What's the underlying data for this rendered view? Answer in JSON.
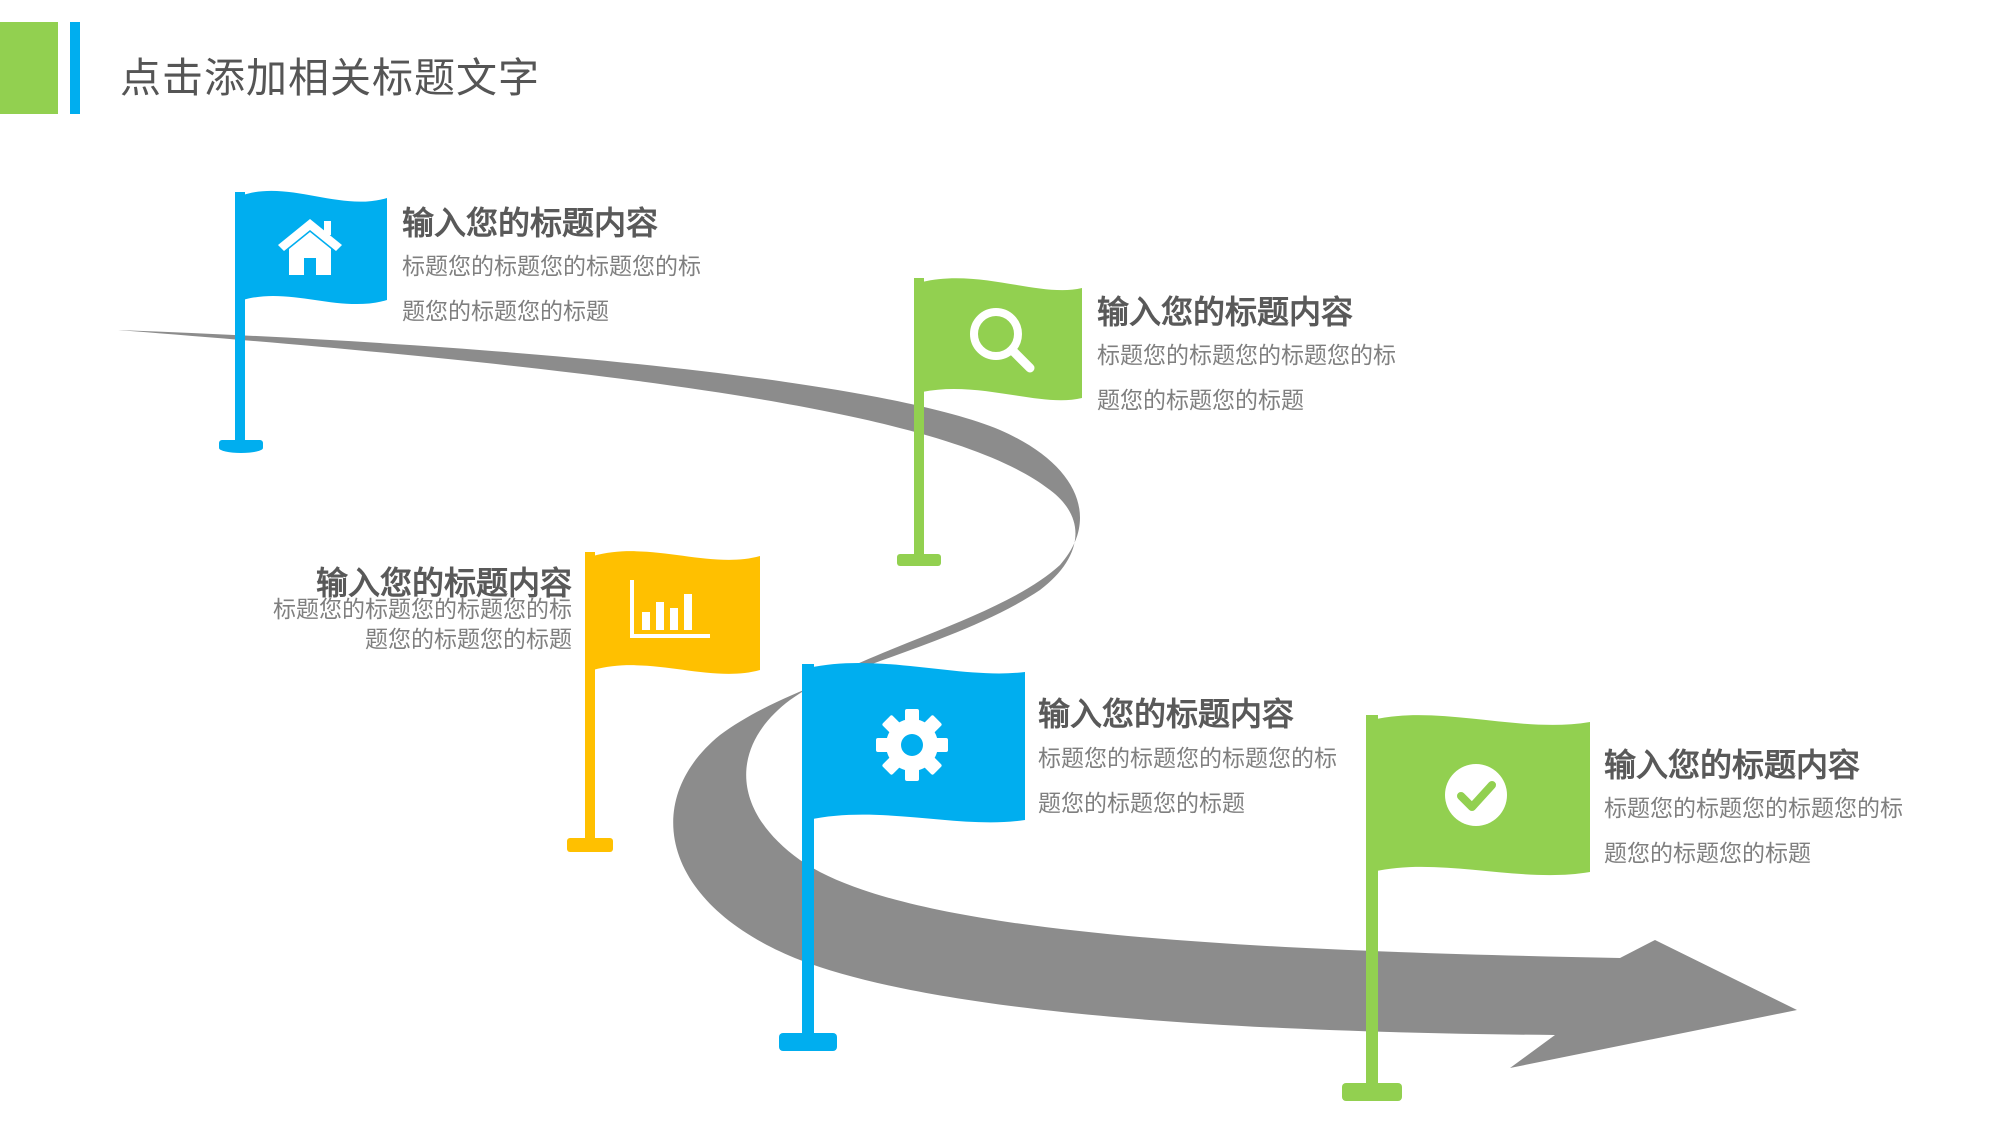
{
  "colors": {
    "blue": "#00AEEF",
    "green": "#92D050",
    "yellow": "#FFC000",
    "road": "#8c8c8c",
    "title_text": "#595959",
    "desc_text": "#7f7f7f"
  },
  "header": {
    "title": "点击添加相关标题文字"
  },
  "road": {
    "shape": "curved-arrow",
    "direction": "right"
  },
  "milestones": [
    {
      "icon": "home-icon",
      "color": "blue",
      "title": "输入您的标题内容",
      "desc_line1": "标题您的标题您的标题您的标",
      "desc_line2": "题您的标题您的标题"
    },
    {
      "icon": "search-icon",
      "color": "green",
      "title": "输入您的标题内容",
      "desc_line1": "标题您的标题您的标题您的标",
      "desc_line2": "题您的标题您的标题"
    },
    {
      "icon": "bar-chart-icon",
      "color": "yellow",
      "title": "输入您的标题内容",
      "desc_line1": "标题您的标题您的标题您的标",
      "desc_line2": "题您的标题您的标题"
    },
    {
      "icon": "gear-icon",
      "color": "blue",
      "title": "输入您的标题内容",
      "desc_line1": "标题您的标题您的标题您的标",
      "desc_line2": "题您的标题您的标题"
    },
    {
      "icon": "check-circle-icon",
      "color": "green",
      "title": "输入您的标题内容",
      "desc_line1": "标题您的标题您的标题您的标",
      "desc_line2": "题您的标题您的标题"
    }
  ]
}
